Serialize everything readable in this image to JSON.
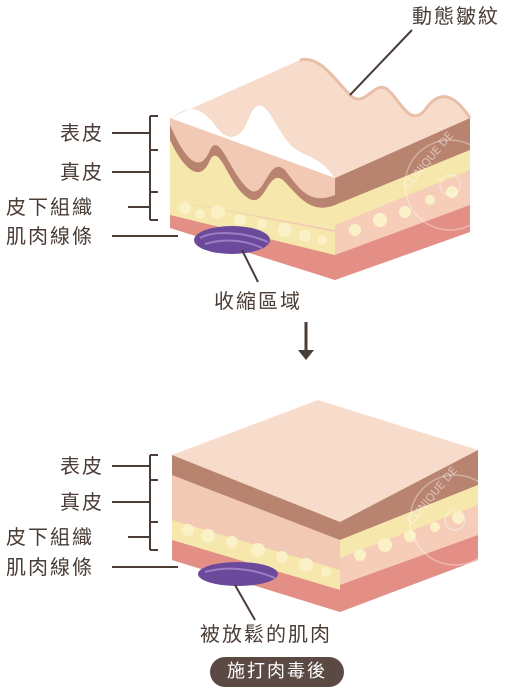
{
  "top_panel": {
    "wrinkle_label": "動態皺紋",
    "epidermis_label": "表皮",
    "dermis_label": "真皮",
    "subcutaneous_label": "皮下組織",
    "muscle_label": "肌肉線條",
    "contraction_label": "收縮區域"
  },
  "bottom_panel": {
    "epidermis_label": "表皮",
    "dermis_label": "真皮",
    "subcutaneous_label": "皮下組織",
    "muscle_label": "肌肉線條",
    "relaxed_label": "被放鬆的肌肉",
    "badge_label": "施打肉毒後"
  },
  "watermark_text": "CLINIQUE DE",
  "colors": {
    "skin_top": "#f7dccb",
    "skin_face": "#f2c9b4",
    "dermis": "#b9846f",
    "fat": "#f6e6a9",
    "muscle": "#e3877f",
    "contracted_muscle": "#6b4a9c",
    "text": "#4a3c36",
    "badge": "#5b4a44"
  }
}
